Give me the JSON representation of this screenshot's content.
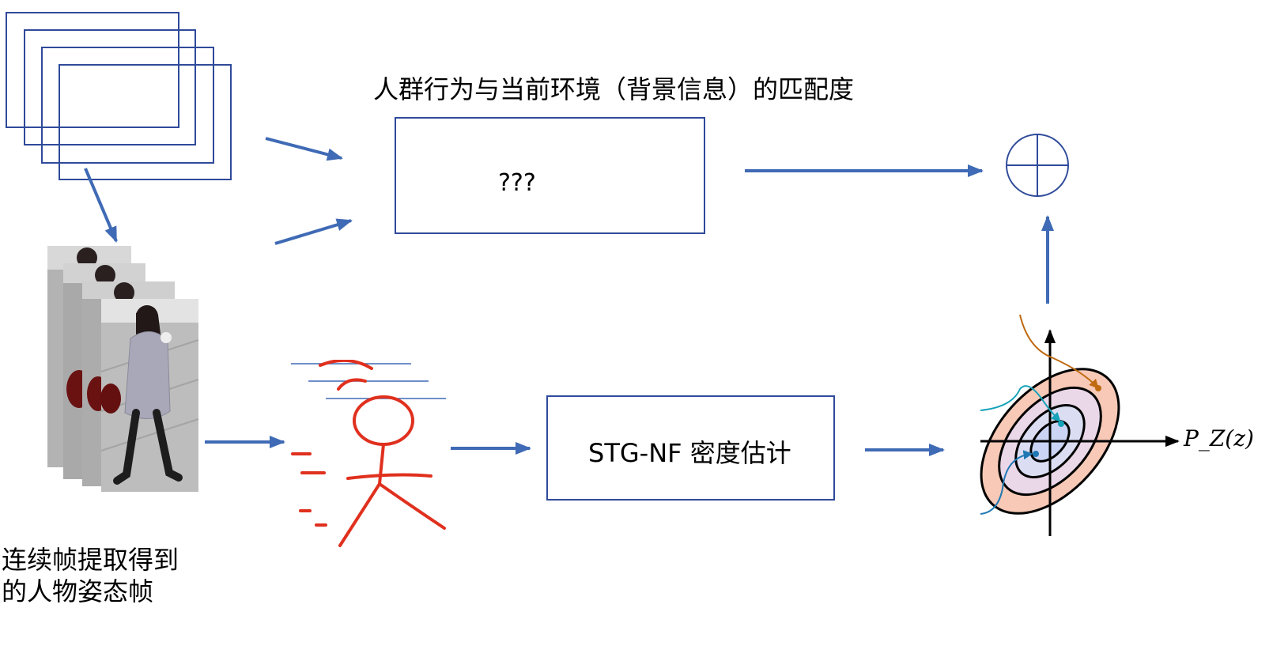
{
  "diagram": {
    "top_title": "人群行为与当前环境（背景信息）的匹配度",
    "mystery_box_label": "???",
    "stg_box_label": "STG-NF 密度估计",
    "pose_caption": "连续帧提取得到\n的人物姿态帧",
    "density_axis_label": "P_Z(z)"
  },
  "colors": {
    "arrow_blue": "#3F6AB5",
    "box_border": "#2F4A9A",
    "pose_red": "#E0301E",
    "ellipse_outer": "#F7C9B6",
    "ellipse_inner": "#CBD4F4",
    "trace_orange": "#C06A10",
    "trace_teal": "#16A2B8",
    "trace_blue": "#1F78B4"
  },
  "icons": [
    "sum-circle-icon",
    "person-frame-icon",
    "pose-skeleton-icon",
    "gaussian-density-icon"
  ]
}
